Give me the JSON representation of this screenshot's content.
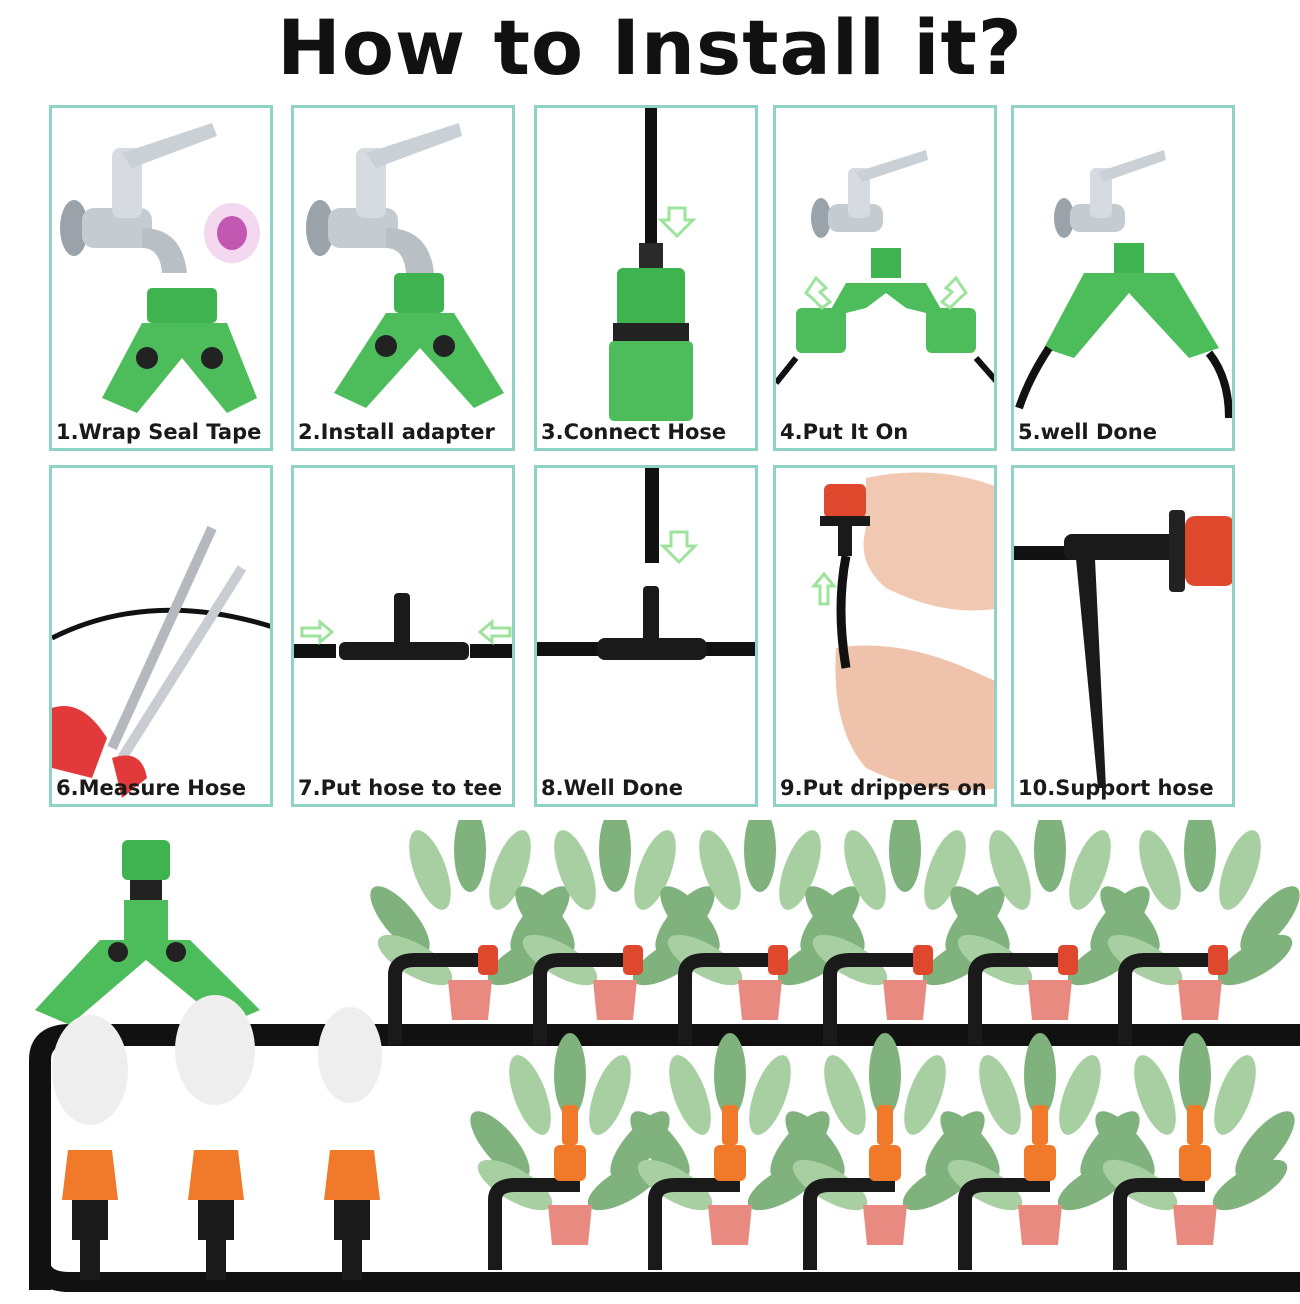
{
  "title": "How to Install it?",
  "steps": [
    {
      "label": "1.Wrap Seal Tape"
    },
    {
      "label": "2.Install adapter"
    },
    {
      "label": "3.Connect Hose"
    },
    {
      "label": "4.Put It On"
    },
    {
      "label": "5.well Done"
    },
    {
      "label": "6.Measure Hose"
    },
    {
      "label": "7.Put hose to tee"
    },
    {
      "label": "8.Well Done"
    },
    {
      "label": "9.Put drippers on"
    },
    {
      "label": "10.Support hose"
    }
  ],
  "colors": {
    "card_border": "#8fd3c6",
    "connector_green": "#3fb34f",
    "arrow_green": "#9ee39c",
    "hose_black": "#111111",
    "dripper_red": "#e0482e",
    "nozzle_orange": "#f07a2a",
    "leaf_green": "#8cbf8a",
    "pot_pink": "#e98a80"
  }
}
